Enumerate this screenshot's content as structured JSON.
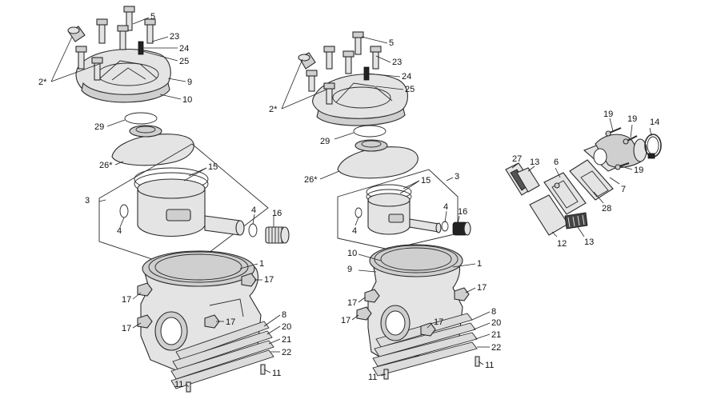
{
  "figure": {
    "callouts": {
      "c1": "1",
      "c2": "2*",
      "c3": "3",
      "c4": "4",
      "c5": "5",
      "c6": "6",
      "c7": "7",
      "c8": "8",
      "c9": "9",
      "c10": "10",
      "c11": "11",
      "c12": "12",
      "c13": "13",
      "c14": "14",
      "c15": "15",
      "c16": "16",
      "c17": "17",
      "c19": "19",
      "c20": "20",
      "c21": "21",
      "c22": "22",
      "c23": "23",
      "c24": "24",
      "c25": "25",
      "c26": "26*",
      "c27": "27",
      "c28": "28",
      "c29": "29"
    },
    "line_color": "#2a2a2a",
    "fill_color": "#e4e4e4"
  }
}
